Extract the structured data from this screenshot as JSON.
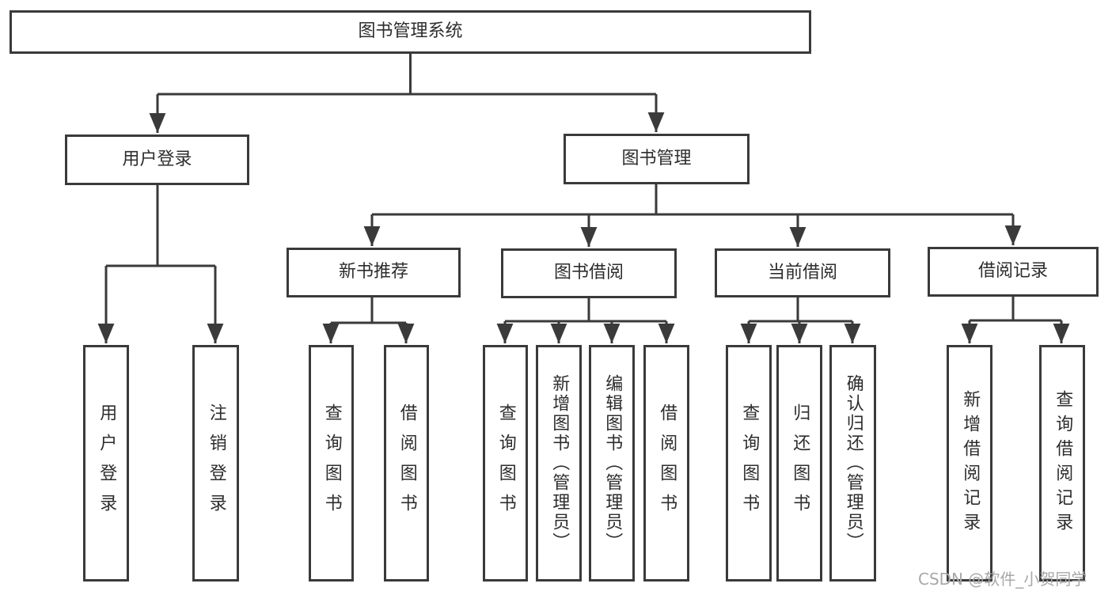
{
  "diagram": {
    "title": "图书管理系统",
    "watermark": "CSDN @软件_小贺同学",
    "colors": {
      "line": "#3a3a3a",
      "text": "#2d2d2d",
      "watermark": "#a8a8a8",
      "background": "#ffffff"
    },
    "nodes": {
      "root": {
        "label": "图书管理系统"
      },
      "userLogin": {
        "label": "用户登录"
      },
      "bookMgmt": {
        "label": "图书管理"
      },
      "newBookRec": {
        "label": "新书推荐"
      },
      "bookBorrow": {
        "label": "图书借阅"
      },
      "currentBorrow": {
        "label": "当前借阅"
      },
      "borrowRecords": {
        "label": "借阅记录"
      },
      "leafUserLogin": {
        "label": "用户登录"
      },
      "leafLogout": {
        "label": "注销登录"
      },
      "leafQueryBooks1": {
        "label": "查询图书"
      },
      "leafBorrowBooks1": {
        "label": "借阅图书"
      },
      "leafQueryBooks2": {
        "label": "查询图书"
      },
      "leafAddBooks": {
        "label": "新增图书（管理员）"
      },
      "leafEditBooks": {
        "label": "编辑图书（管理员）"
      },
      "leafBorrowBooks2": {
        "label": "借阅图书"
      },
      "leafQueryBooks3": {
        "label": "查询图书"
      },
      "leafReturnBooks": {
        "label": "归还图书"
      },
      "leafConfirmReturn": {
        "label": "确认归还（管理员）"
      },
      "leafAddBorrowRecord": {
        "label": "新增借阅记录"
      },
      "leafQueryBorrowRecord": {
        "label": "查询借阅记录"
      }
    },
    "hierarchy": {
      "root_children": [
        "用户登录",
        "图书管理"
      ],
      "用户登录_children": [
        "用户登录",
        "注销登录"
      ],
      "图书管理_children": [
        "新书推荐",
        "图书借阅",
        "当前借阅",
        "借阅记录"
      ],
      "新书推荐_children": [
        "查询图书",
        "借阅图书"
      ],
      "图书借阅_children": [
        "查询图书",
        "新增图书（管理员）",
        "编辑图书（管理员）",
        "借阅图书"
      ],
      "当前借阅_children": [
        "查询图书",
        "归还图书",
        "确认归还（管理员）"
      ],
      "借阅记录_children": [
        "新增借阅记录",
        "查询借阅记录"
      ]
    }
  }
}
